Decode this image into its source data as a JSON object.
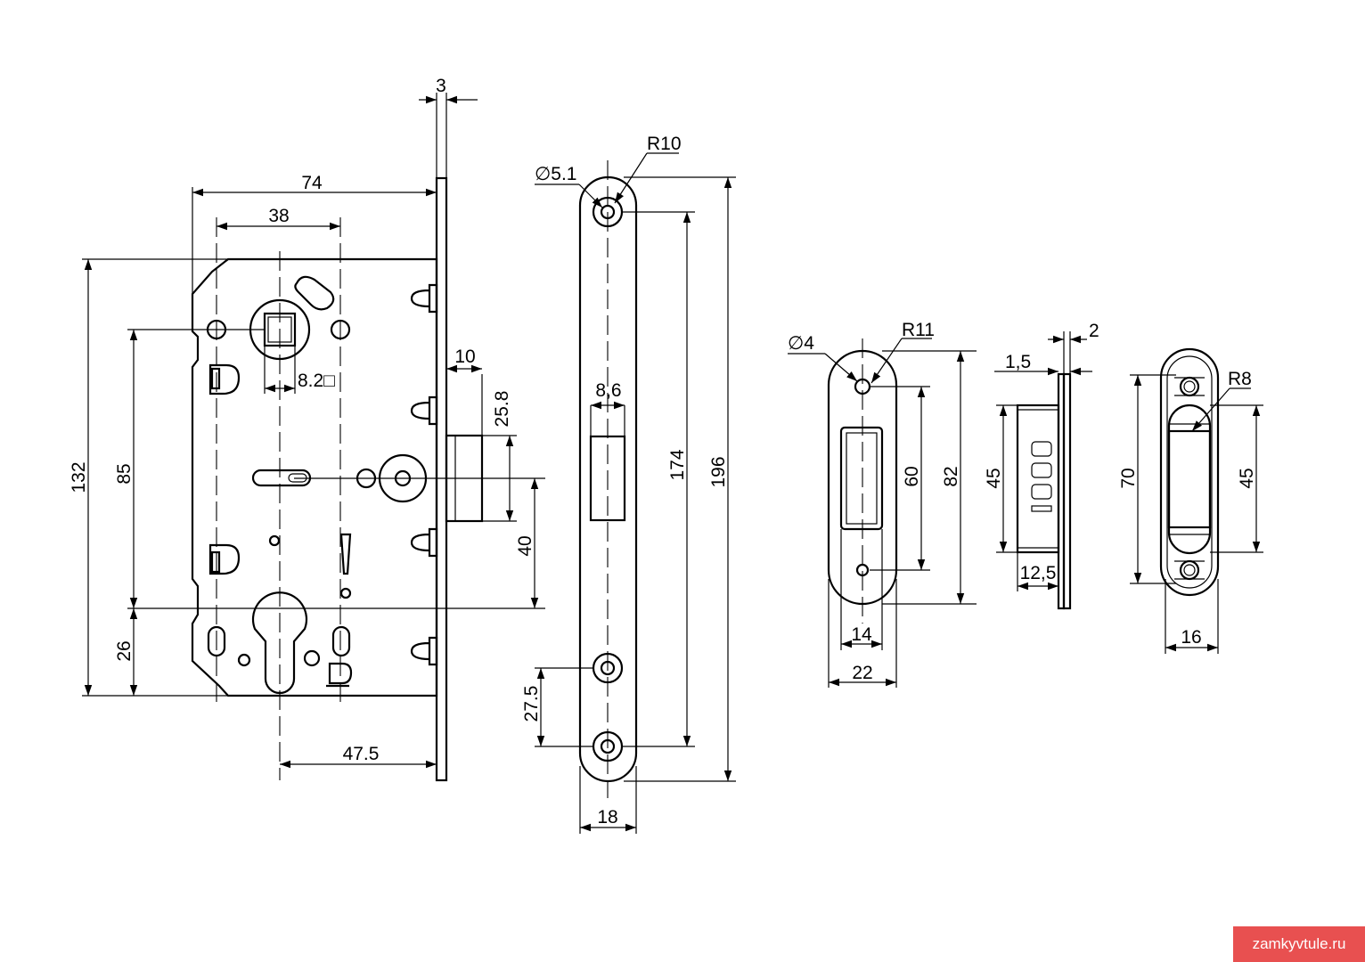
{
  "lock_body": {
    "dims": {
      "faceplate_thickness": "3",
      "body_width": "74",
      "backset": "38",
      "spindle_square": "8.2□",
      "body_height": "132",
      "handle_to_cylinder": "85",
      "cylinder_to_bottom": "26",
      "latch_projection": "10",
      "latch_height": "25.8",
      "latch_to_cylinder": "40",
      "cylinder_backset": "47.5"
    }
  },
  "faceplate": {
    "dims": {
      "hole_diameter": "∅5.1",
      "end_radius": "R10",
      "latch_window": "8,6",
      "hole_spacing": "174",
      "length": "196",
      "lower_hole_spacing": "27.5",
      "width": "18"
    }
  },
  "strike_plate": {
    "dims": {
      "hole_diameter": "∅4",
      "end_radius": "R11",
      "hole_spacing": "60",
      "length": "82",
      "window_width": "14",
      "width": "22"
    }
  },
  "strike_side": {
    "dims": {
      "plate_thickness": "2",
      "flange": "1,5",
      "box_height": "45",
      "box_depth": "12,5"
    }
  },
  "strike_front": {
    "dims": {
      "radius": "R8",
      "hole_spacing": "70",
      "window_height": "45",
      "width": "16"
    }
  },
  "watermark": "zamkyvtule.ru"
}
